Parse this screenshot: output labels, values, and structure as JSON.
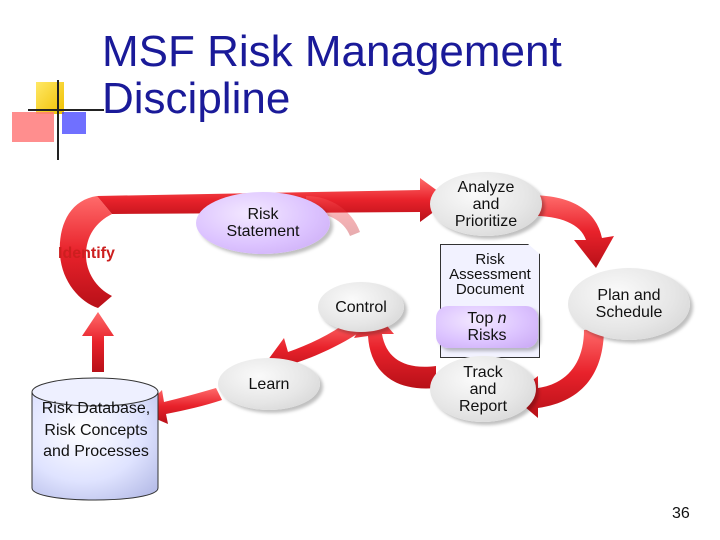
{
  "slide": {
    "title_line1": "MSF Risk Management",
    "title_line2": "Discipline",
    "page_number": "36"
  },
  "diagram": {
    "identify": "Identify",
    "risk_statement": "Risk Statement",
    "analyze": "Analyze and Prioritize",
    "risk_assessment_document": "Risk Assessment Document",
    "top_n_prefix": "Top",
    "top_n_var": "n",
    "top_n_suffix": "Risks",
    "plan": "Plan and Schedule",
    "control": "Control",
    "track": "Track and Report",
    "learn": "Learn",
    "database": "Risk Database, Risk Concepts and Processes"
  },
  "colors": {
    "title": "#1a1a99",
    "arrow_red": "#e8222b",
    "logo_yellow": "#ffd700",
    "logo_blue": "#3333ff",
    "logo_red": "#ff6666"
  }
}
